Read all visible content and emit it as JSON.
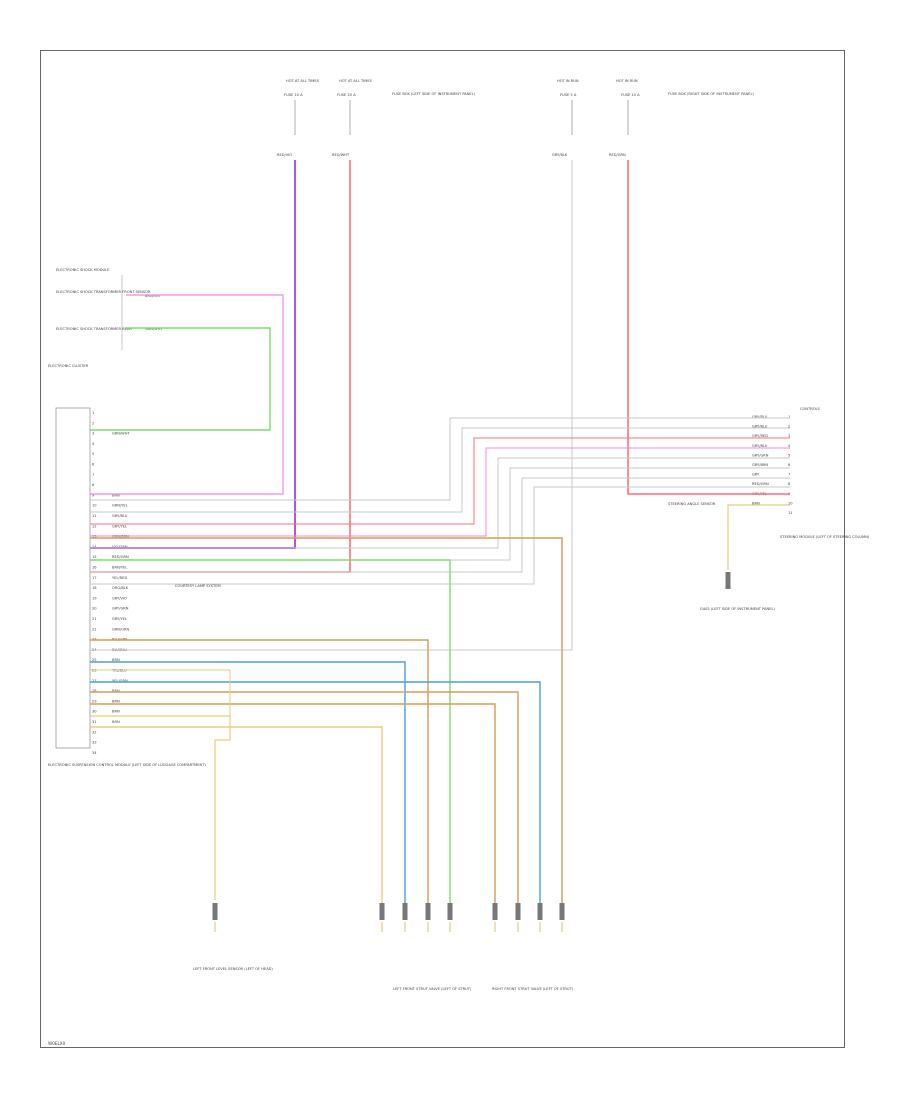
{
  "diagram_id": "W0ELX0",
  "colors": {
    "frame": "#666666",
    "violet": "#b455e0",
    "red": "#ff6f7a",
    "grey": "#c8c8c8",
    "green": "#7dde6a",
    "yellow": "#e6cf7a",
    "orange": "#d79b57",
    "blue": "#4aa0d8",
    "pink": "#ef88e8"
  },
  "fuse_blocks": [
    {
      "label": "HOT AT ALL TIMES",
      "fuse": "FUSE 10 A",
      "circuit": "RED/VIO",
      "wire_color": "violet"
    },
    {
      "label": "HOT AT ALL TIMES",
      "fuse": "FUSE 20 A",
      "circuit": "RED/WHT",
      "wire_color": "red"
    },
    {
      "label": "HOT IN RUN",
      "fuse": "FUSE 5 A",
      "circuit": "GRY/BLK",
      "wire_color": "grey"
    },
    {
      "label": "HOT IN RUN",
      "fuse": "FUSE 10 A",
      "circuit": "RED/GRN",
      "wire_color": "red"
    }
  ],
  "fuse_notes": [
    "FUSE BOX (LEFT SIDE OF INSTRUMENT PANEL)",
    "FUSE BOX (RIGHT SIDE OF INSTRUMENT PANEL)"
  ],
  "left_module": {
    "header": "ELECTRONIC SHOCK MODULE",
    "inputs": [
      {
        "label": "ELECTRONIC SHOCK TRANSFORMER FRONT SENSOR",
        "wire": "BRN/VIO"
      },
      {
        "label": "ELECTRONIC SHOCK TRANSFORMER REAR",
        "wire": "GRN/WHT"
      }
    ],
    "connector_label": "ELECTRONIC CLUSTER",
    "pins": [
      "1",
      "2",
      "3",
      "4",
      "5",
      "6",
      "7",
      "8",
      "9",
      "10",
      "11",
      "12",
      "13",
      "14",
      "15",
      "16",
      "17",
      "18",
      "19",
      "20",
      "21",
      "22",
      "23",
      "24",
      "25",
      "26",
      "27",
      "28",
      "29",
      "30",
      "31",
      "32",
      "33",
      "34"
    ],
    "pin_wires": [
      "",
      "",
      "GRN/WHT",
      "",
      "",
      "",
      "",
      "",
      "BRN",
      "GRN/YEL",
      "GRY/BLU",
      "GRY/YEL",
      "GRN/BRN",
      "VIO/GRN",
      "RED/GRN",
      "BRN/YEL",
      "YEL/RED",
      "ORG/BLK",
      "GRY/VIO",
      "GRY/GRN",
      "GRY/YEL",
      "GRN/GRN",
      "BLU/GRY",
      "BLU/BLU",
      "BRN",
      "YEL/BLU",
      "YEL/GRN",
      "BRN",
      "BRN",
      "BRN",
      "BRN"
    ],
    "caption": "ELECTRONIC SUSPENSION CONTROL MODULE (LEFT SIDE OF LUGGAGE COMPARTMENT)",
    "ground_note": "COURTESY LAMP SYSTEM"
  },
  "right_module": {
    "header": "CONTROLS",
    "pins": [
      "1",
      "2",
      "3",
      "4",
      "5",
      "6",
      "7",
      "8",
      "9",
      "10",
      "11"
    ],
    "pin_wires": [
      "GRY/BLU",
      "GRY/BLU",
      "GRY/RED",
      "GRY/BLU",
      "GRY/GRN",
      "GRY/BRN",
      "GRY",
      "RED/GRN",
      "GRY/YEL",
      "BRN"
    ],
    "caption": "STEERING MODULE (LEFT OF STEERING COLUMN)",
    "side_note": "STEERING ANGLE SENSOR",
    "ground_caption": "G402 (LEFT SIDE OF INSTRUMENT PANEL)"
  },
  "bottom_components": [
    {
      "caption": "LEFT FRONT LEVEL SENSOR (LEFT OF HEAD)"
    },
    {
      "caption": "LEFT FRONT STRUT VALVE (LEFT OF STRUT)"
    },
    {
      "caption": "RIGHT FRONT STRUT VALVE (LEFT OF STRUT)"
    }
  ]
}
